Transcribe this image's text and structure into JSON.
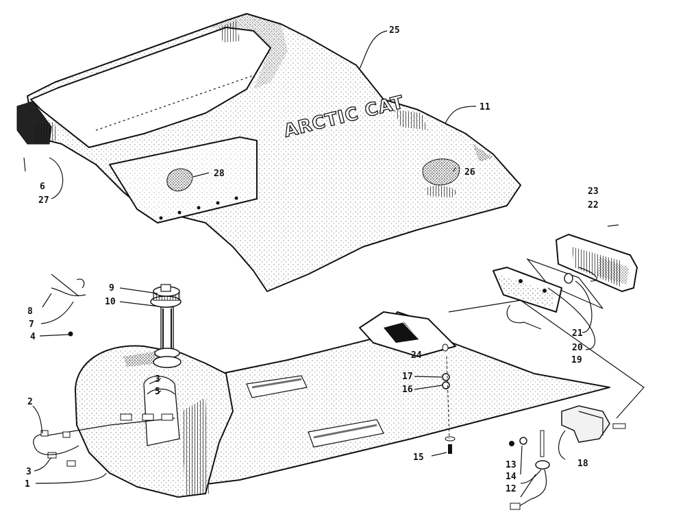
{
  "diagram": {
    "brand_logo": "ARCTIC CAT",
    "callouts": [
      {
        "id": "c1",
        "text": "1"
      },
      {
        "id": "c2",
        "text": "2"
      },
      {
        "id": "c3a",
        "text": "3"
      },
      {
        "id": "c3b",
        "text": "3"
      },
      {
        "id": "c4",
        "text": "4"
      },
      {
        "id": "c5",
        "text": "5"
      },
      {
        "id": "c6",
        "text": "6"
      },
      {
        "id": "c7",
        "text": "7"
      },
      {
        "id": "c8",
        "text": "8"
      },
      {
        "id": "c9",
        "text": "9"
      },
      {
        "id": "c10",
        "text": "10"
      },
      {
        "id": "c11",
        "text": "11"
      },
      {
        "id": "c12",
        "text": "12"
      },
      {
        "id": "c13",
        "text": "13"
      },
      {
        "id": "c14",
        "text": "14"
      },
      {
        "id": "c15",
        "text": "15"
      },
      {
        "id": "c16",
        "text": "16"
      },
      {
        "id": "c17",
        "text": "17"
      },
      {
        "id": "c18",
        "text": "18"
      },
      {
        "id": "c19",
        "text": "19"
      },
      {
        "id": "c20",
        "text": "20"
      },
      {
        "id": "c21",
        "text": "21"
      },
      {
        "id": "c22",
        "text": "22"
      },
      {
        "id": "c23",
        "text": "23"
      },
      {
        "id": "c24",
        "text": "24"
      },
      {
        "id": "c25",
        "text": "25"
      },
      {
        "id": "c26",
        "text": "26"
      },
      {
        "id": "c27",
        "text": "27"
      },
      {
        "id": "c28",
        "text": "28"
      }
    ]
  }
}
